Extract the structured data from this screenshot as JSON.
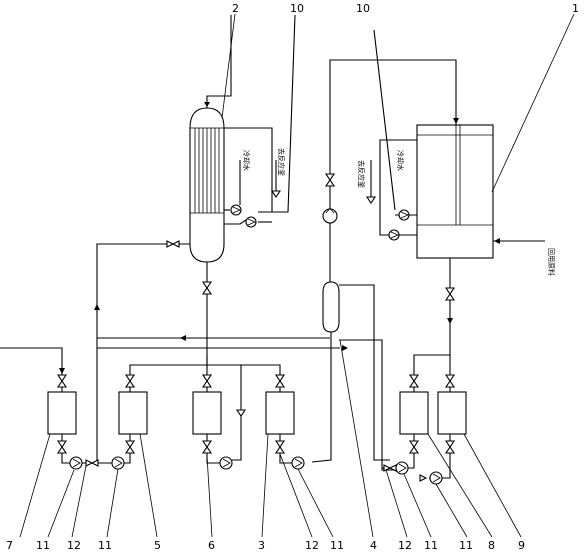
{
  "part_numbers": {
    "n1": "1",
    "n2": "2",
    "n10a": "10",
    "n10b": "10",
    "b7": "7",
    "b11a": "11",
    "b12a": "12",
    "b11b": "11",
    "b5": "5",
    "b6": "6",
    "b3": "3",
    "b12b": "12",
    "b11c": "11",
    "b4": "4",
    "b12c": "12",
    "b11d": "11",
    "b11e": "11",
    "b8": "8",
    "b9": "9"
  },
  "stream_labels": {
    "cooling_water_left": "冷却水",
    "to_reactor_left": "去反应釜",
    "cooling_water_right": "冷却水",
    "to_reactor_right": "去反应釜",
    "return_material": "回用原料"
  },
  "icons": {
    "pump": "centrifugal-pump-icon",
    "valve": "gate-valve-icon"
  }
}
